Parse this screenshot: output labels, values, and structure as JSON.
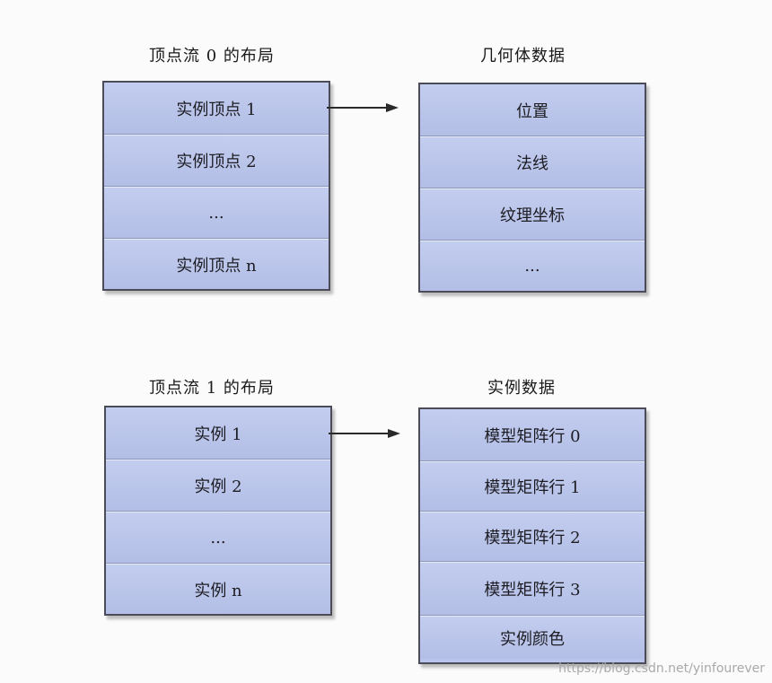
{
  "titles": {
    "stream0_layout": "顶点流 0 的布局",
    "geometry_data": "几何体数据",
    "stream1_layout": "顶点流 1 的布局",
    "instance_data": "实例数据"
  },
  "stream0_cells": [
    "实例顶点 1",
    "实例顶点 2",
    "...",
    "实例顶点 n"
  ],
  "geometry_cells": [
    "位置",
    "法线",
    "纹理坐标",
    "..."
  ],
  "stream1_cells": [
    "实例 1",
    "实例 2",
    "...",
    "实例 n"
  ],
  "instance_cells": [
    "模型矩阵行 0",
    "模型矩阵行 1",
    "模型矩阵行 2",
    "模型矩阵行 3",
    "实例颜色"
  ],
  "watermark": "https://blog.csdn.net/yinfourever",
  "colors": {
    "box_fill": "#b9c4ea",
    "box_border": "#4b4c57",
    "arrow": "#2a2a2a"
  }
}
